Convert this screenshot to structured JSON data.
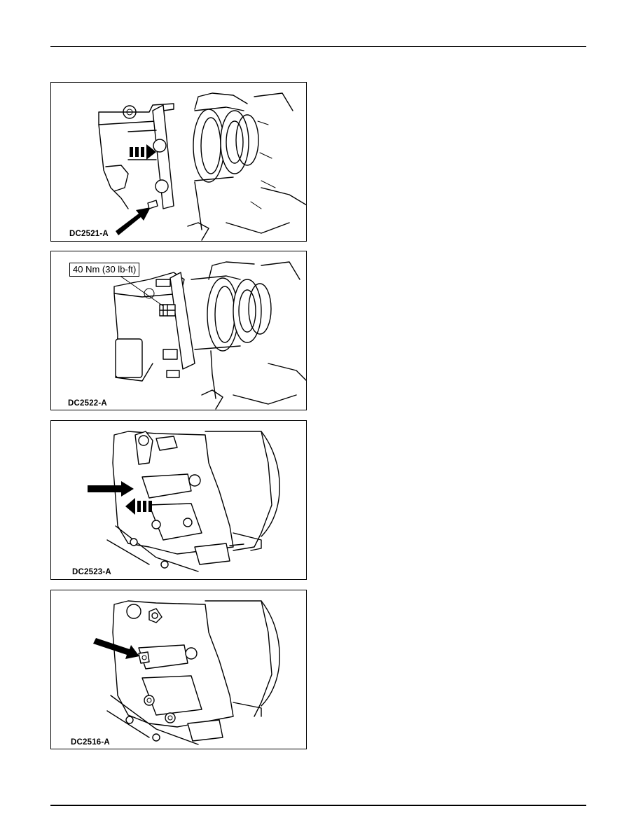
{
  "figures": [
    {
      "id": "DC2521-A",
      "callout": null
    },
    {
      "id": "DC2522-A",
      "callout": "40 Nm (30 lb-ft)"
    },
    {
      "id": "DC2523-A",
      "callout": null
    },
    {
      "id": "DC2516-A",
      "callout": null
    }
  ],
  "colors": {
    "line": "#000000",
    "paper": "#ffffff"
  }
}
